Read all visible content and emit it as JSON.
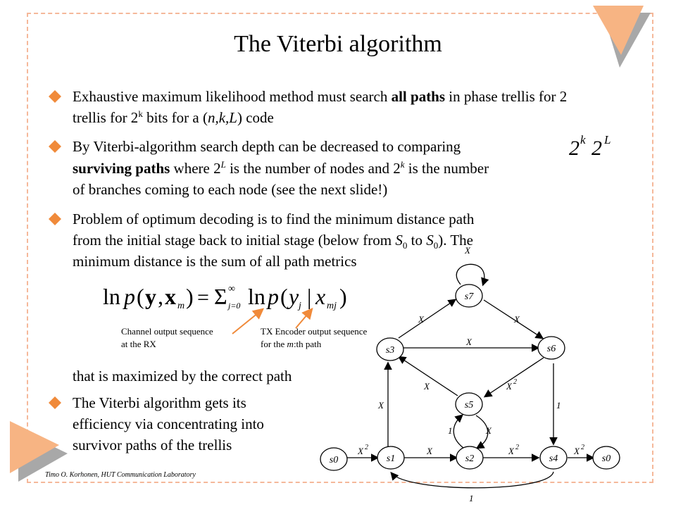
{
  "slide": {
    "title": "The Viterbi algorithm",
    "footer": "Timo O. Korhonen, HUT Communication Laboratory"
  },
  "bullets": {
    "b1": {
      "t1": "Exhaustive maximum likelihood method must search ",
      "bold": "all paths",
      "t2": " in phase trellis for 2",
      "sup": "k",
      "t3": " bits for a (",
      "italic": "n,k,L",
      "t4": ") code"
    },
    "b2": {
      "line1": "By Viterbi-algorithm search depth can be decreased to comparing",
      "bold": "surviving paths",
      "t1": " where 2",
      "sup1": "L",
      "t2": " is the number of nodes and 2",
      "sup2": "k",
      "t3": " is the number",
      "line3": "of branches coming to each node (see the next slide!)"
    },
    "b3": {
      "line1": "Problem of optimum decoding is to find the minimum distance path",
      "line2a": "from the initial stage back to initial stage (below from ",
      "s0": "S",
      "sub0": "0",
      "to": " to ",
      "s0b": "S",
      "sub0b": "0",
      "line2b": "). The",
      "line3": "minimum distance is the sum of all path metrics"
    },
    "b4": {
      "line1": "The Viterbi algorithm gets its",
      "line2": "efficiency via concentrating into",
      "line3": "survivor paths of the trellis"
    },
    "maximized": "that is maximized by the correct path"
  },
  "formula": {
    "ln": "ln",
    "p": "p",
    "y": "y",
    "x": "x",
    "m": "m",
    "eq": "=",
    "sum": "Σ",
    "inf": "∞",
    "jlow": "j=0",
    "j": "j",
    "mj": "mj",
    "two": "2",
    "k": "k",
    "L": "L"
  },
  "annotations": {
    "channel_l1": "Channel output sequence",
    "channel_l2": "at the RX",
    "tx_l1": "TX Encoder output sequence",
    "tx_l2a": "for the ",
    "tx_m": "m",
    "tx_l2b": ":th path"
  },
  "state_diagram": {
    "states": {
      "s0L": "s0",
      "s1": "s1",
      "s2": "s2",
      "s3": "s3",
      "s4": "s4",
      "s5": "s5",
      "s6": "s6",
      "s7": "s7",
      "s0R": "s0"
    },
    "labels": {
      "s7_loop": "X",
      "s3_s7": "X",
      "s7_s6": "X",
      "s3_s6": "X",
      "s5_s3": "X",
      "s6_s5": "X",
      "s6_s5_exp": "2",
      "s1_s3": "X",
      "s5_s2_right": "X",
      "s2_s5_left": "1",
      "s6_s4": "1",
      "s0_s1": "X",
      "s0_s1_exp": "2",
      "s1_s2": "X",
      "s2_s4": "X",
      "s2_s4_exp": "2",
      "s4_s0": "X",
      "s4_s0_exp": "2",
      "s4_s1_bottom": "1"
    }
  },
  "colors": {
    "accent_orange": "#f7b483",
    "triangle_gray": "#a0a0a0",
    "bullet_color": "#f08a3a",
    "frame_color": "#f5b89a"
  }
}
